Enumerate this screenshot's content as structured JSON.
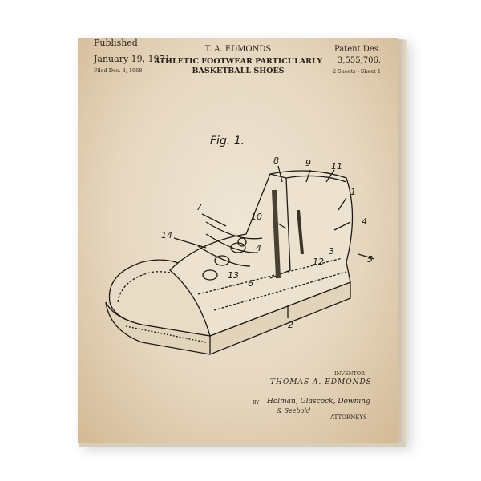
{
  "header": {
    "published_label": "Published",
    "published_date": "January 19, 1971",
    "filed": "Filed Dec. 3, 1968",
    "inventor_header": "T. A. EDMONDS",
    "title_line1": "ATHLETIC FOOTWEAR PARTICULARLY",
    "title_line2": "BASKETBALL SHOES",
    "patent_label": "Patent Des.",
    "patent_number": "3,555,706.",
    "sheets": "2 Sheets - Sheet 1"
  },
  "figure": {
    "label": "Fig. 1.",
    "callouts": [
      "8",
      "9",
      "11",
      "1",
      "7",
      "10",
      "4",
      "4",
      "14",
      "12",
      "3",
      "5",
      "13",
      "6",
      "2"
    ]
  },
  "signature": {
    "inventor_label": "INVENTOR",
    "inventor_name": "THOMAS A. EDMONDS",
    "by": "BY",
    "attorneys_line1": "Holman, Glascock, Downing",
    "attorneys_line2": "& Seebold",
    "attorneys_label": "ATTORNEYS"
  },
  "colors": {
    "paper": "#e6d7bf",
    "ink": "#2a241c"
  }
}
